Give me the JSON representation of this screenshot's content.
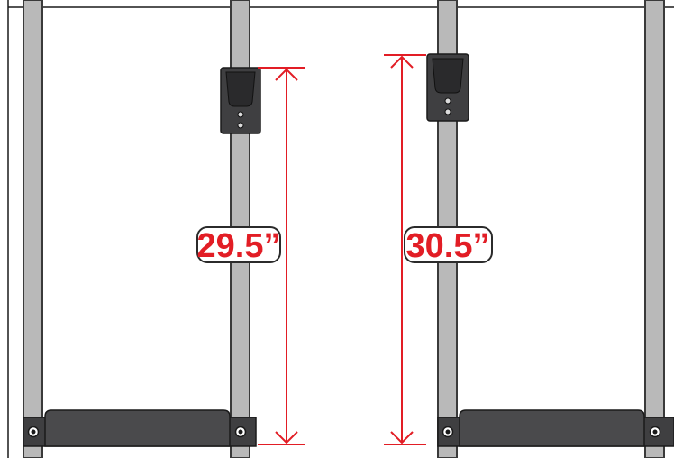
{
  "colors": {
    "frame_fill": "#b9b9b9",
    "frame_stroke": "#3a3a3a",
    "bracket_fill": "#3f3f41",
    "bracket_dark": "#232325",
    "dimension_red": "#e21d25",
    "label_bg": "#ffffff",
    "label_border": "#2b2b2b",
    "outline": "#1a1a1a"
  },
  "panels": [
    {
      "name": "left",
      "dimension_label": "29.5”"
    },
    {
      "name": "right",
      "dimension_label": "30.5”"
    }
  ],
  "icons": {
    "bracket": "hook-bracket-icon",
    "base_plate": "base-plate-icon",
    "bolt": "bolt-icon",
    "arrow": "dimension-arrow-icon"
  }
}
